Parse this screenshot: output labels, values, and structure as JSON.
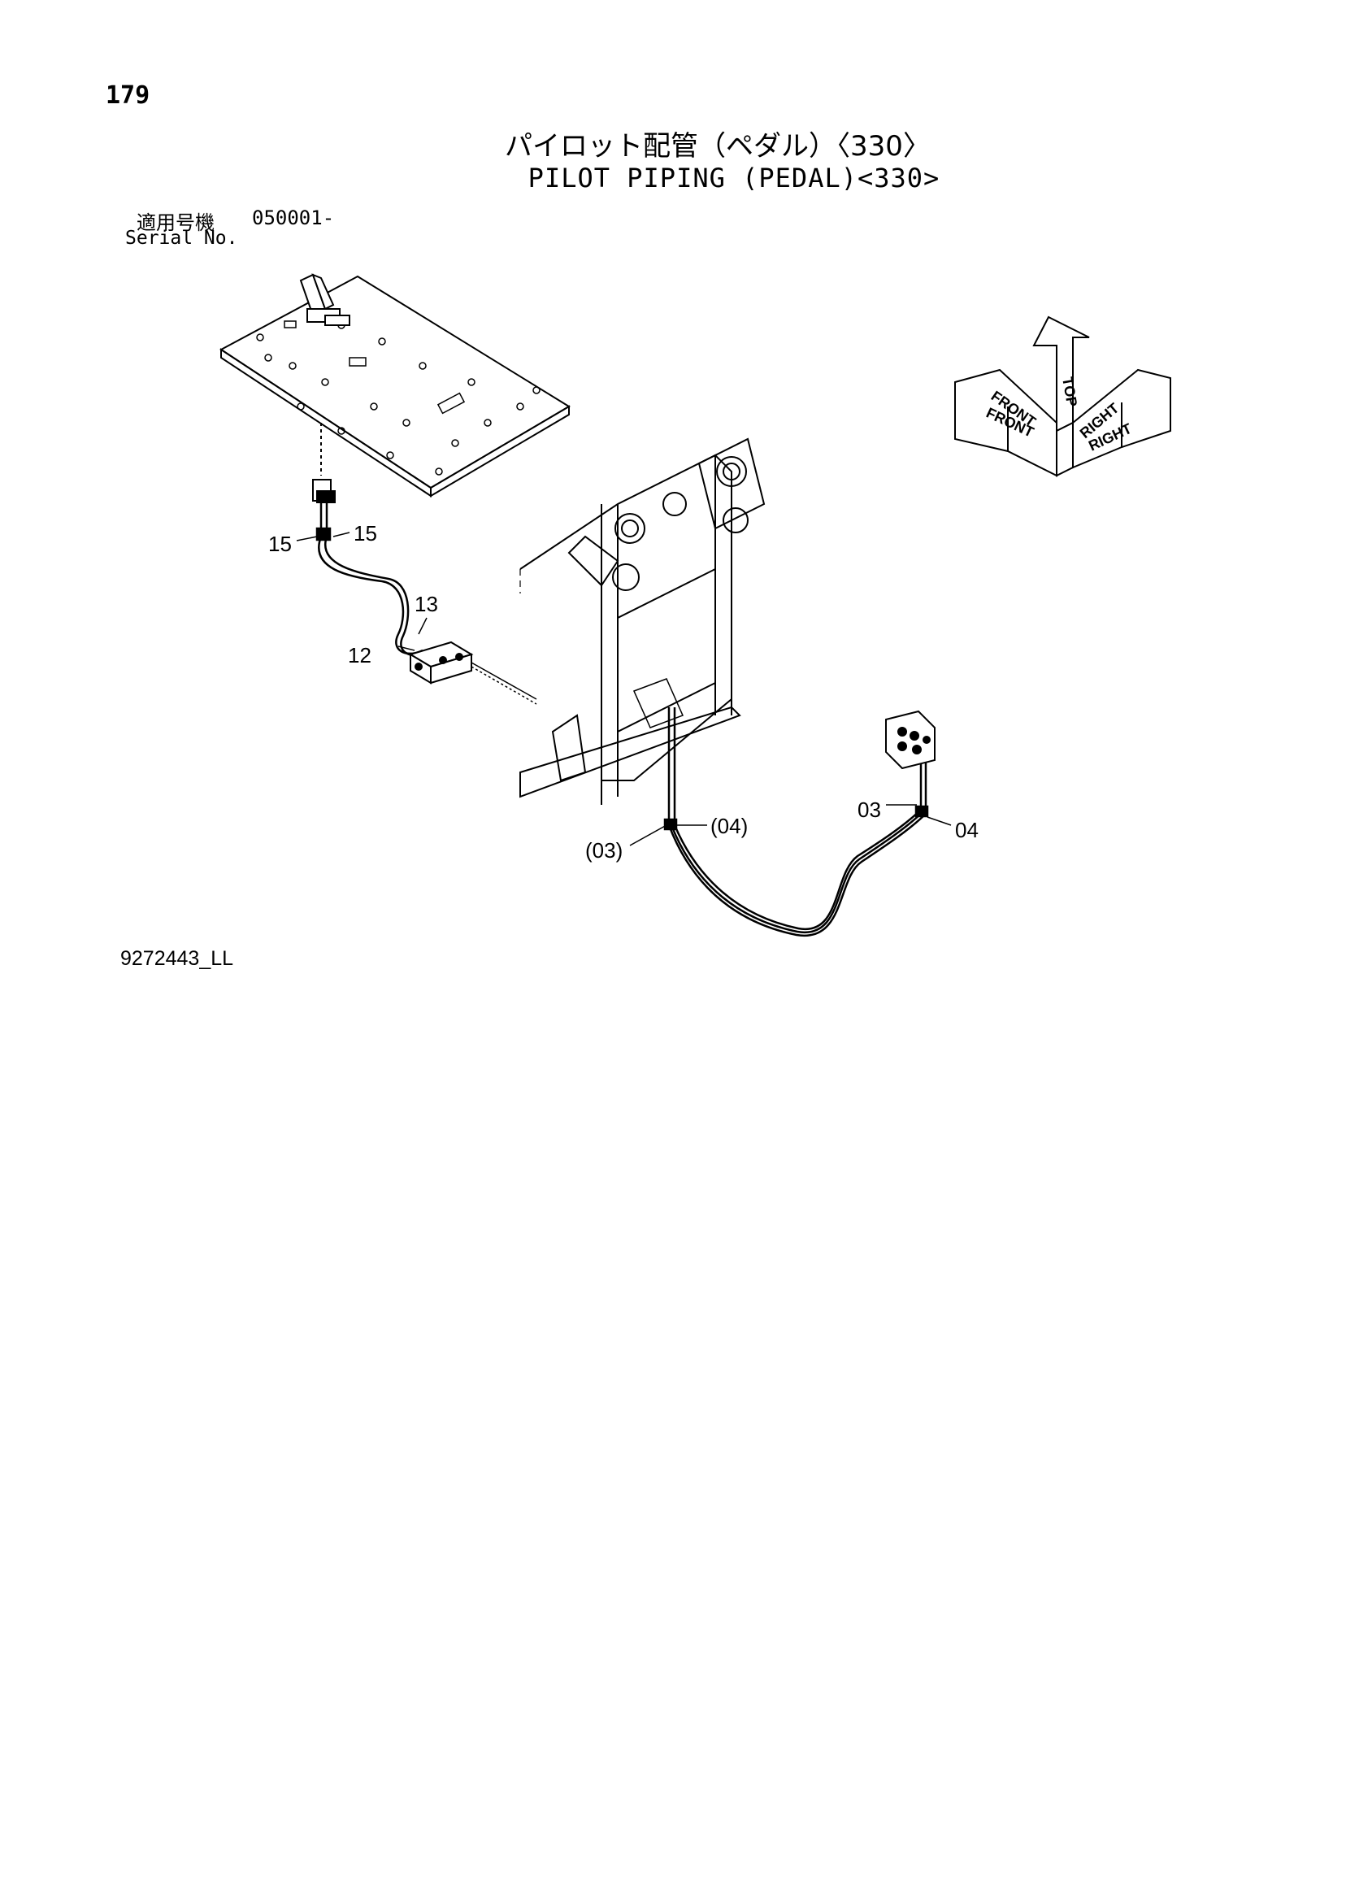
{
  "page_number": "179",
  "title_jp": "パイロット配管（ペダル）〈330〉",
  "title_en": "PILOT PIPING (PEDAL)<330>",
  "serial": {
    "label_jp": "適用号機",
    "value": "050001-",
    "label_en": "Serial No."
  },
  "drawing_number": "9272443_LL",
  "callouts": {
    "c15a": "15",
    "c15b": "15",
    "c13": "13",
    "c12": "12",
    "c03p": "(03)",
    "c04p": "(04)",
    "c03": "03",
    "c04": "04"
  },
  "direction_indicator": {
    "top": "TOP",
    "front_a": "FRONT",
    "front_b": "FRONT",
    "right_a": "RIGHT",
    "right_b": "RIGHT"
  }
}
